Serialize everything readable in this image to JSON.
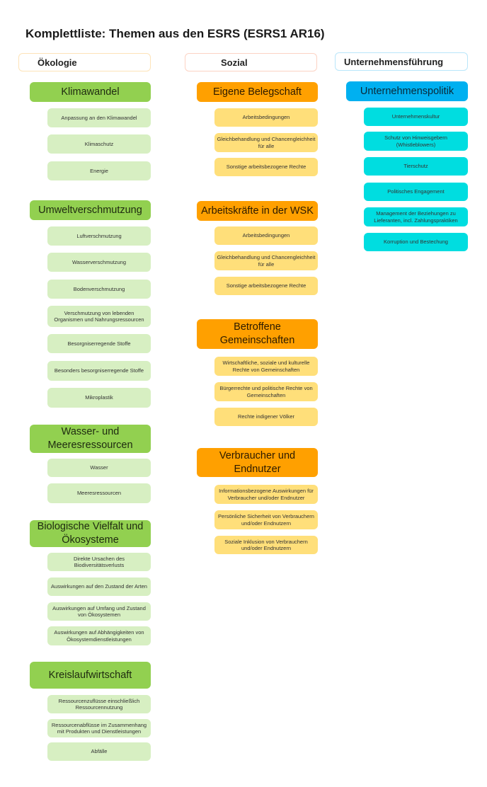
{
  "title": "Komplettliste: Themen aus den ESRS (ESRS1 AR16)",
  "columns": {
    "oekologie": {
      "header": "Ökologie",
      "header_border": "#fde3b8",
      "topics": [
        {
          "label": "Klimawandel",
          "items": [
            "Anpassung an den Klimawandel",
            "Klimaschutz",
            "Energie"
          ]
        },
        {
          "label": "Umweltverschmutzung",
          "items": [
            "Luftverschmutzung",
            "Wasserverschmutzung",
            "Bodenverschmutzung",
            "Verschmutzung von lebenden Organismen und Nahrungsressourcen",
            "Besorgniserregende Stoffe",
            "Besonders besorgniserregende Stoffe",
            "Mikroplastik"
          ]
        },
        {
          "label": "Wasser- und Meeresressourcen",
          "items": [
            "Wasser",
            "Meeresressourcen"
          ]
        },
        {
          "label": "Biologische Vielfalt und Ökosysteme",
          "items": [
            "Direkte Ursachen des Biodiversitätsverlusts",
            "Auswirkungen auf den Zustand der Arten",
            "Auswirkungen auf Umfang und Zustand von Ökosystemen",
            "Auswirkungen auf Abhängigkeiten von Ökosystemdienstleistungen"
          ]
        },
        {
          "label": "Kreislaufwirtschaft",
          "items": [
            "Ressourcenzuflüsse einschließlich Ressourcennutzung",
            "Ressourcenabflüsse im Zusammenhang mit Produkten und Dienstleistungen",
            "Abfälle"
          ]
        }
      ]
    },
    "sozial": {
      "header": "Sozial",
      "header_border": "#fcd3c4",
      "topics": [
        {
          "label": "Eigene Belegschaft",
          "items": [
            "Arbeitsbedingungen",
            "Gleichbehandlung und Chancengleichheit für alle",
            "Sonstige arbeitsbezogene Rechte"
          ]
        },
        {
          "label": "Arbeitskräfte in der WSK",
          "items": [
            "Arbeitsbedingungen",
            "Gleichbehandlung und Chancengleichheit für alle",
            "Sonstige arbeitsbezogene Rechte"
          ]
        },
        {
          "label": "Betroffene Gemeinschaften",
          "items": [
            "Wirtschaftliche, soziale und kulturelle Rechte von Gemeinschaften",
            "Bürgerrechte und politische Rechte von Gemeinschaften",
            "Rechte indigener Völker"
          ]
        },
        {
          "label": "Verbraucher und Endnutzer",
          "items": [
            "Informationsbezogene Auswirkungen für Verbraucher und/oder Endnutzer",
            "Persönliche Sicherheit von Verbrauchern und/oder Endnutzern",
            "Soziale Inklusion von Verbrauchern und/oder Endnutzern"
          ]
        }
      ]
    },
    "governance": {
      "header": "Unternehmensführung",
      "header_border": "#b9e6fa",
      "topics": [
        {
          "label": "Unternehmenspolitik",
          "items": [
            "Unternehmenskultur",
            "Schutz von Hinweisgebern (Whistleblowers)",
            "Tierschutz",
            "Politisches Engagement",
            "Management der Beziehungen zu Lieferanten, incl. Zahlungspraktiken",
            "Korruption und Bestechung"
          ]
        }
      ]
    }
  }
}
